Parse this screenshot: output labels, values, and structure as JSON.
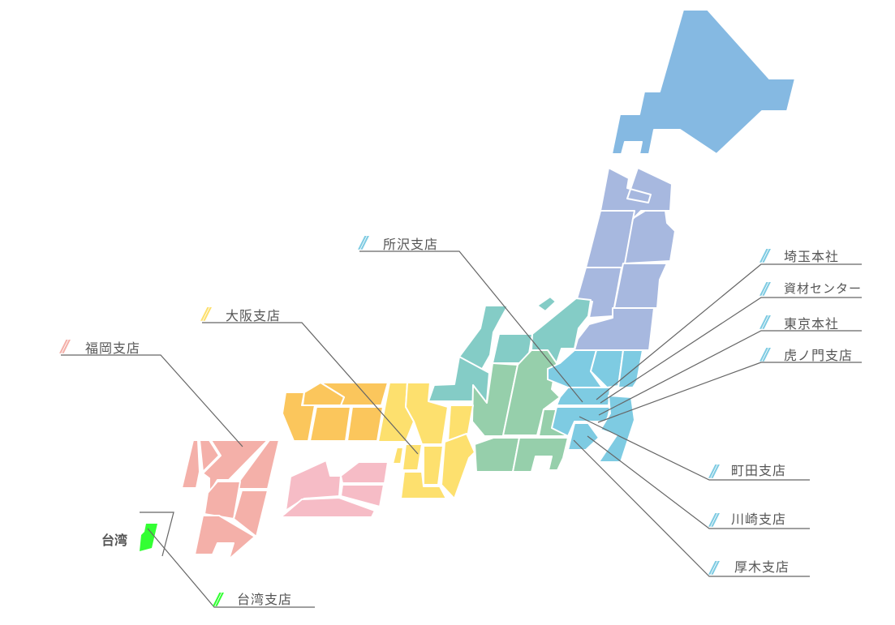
{
  "colors": {
    "hokkaido": "#85b9e2",
    "tohoku": "#a7b8df",
    "hokuriku": "#84ccc6",
    "chubu": "#96cfab",
    "kanto": "#7ecbe2",
    "kinki": "#fde06e",
    "chugoku": "#fbc65c",
    "shikoku": "#f6bcc6",
    "kyushu": "#f4b0a9",
    "taiwan": "#33ff33",
    "leader": "#666666",
    "text": "#555555"
  },
  "map": {
    "taiwan_label": "台湾"
  },
  "offices": [
    {
      "id": "tokorozawa",
      "label": "所沢支店",
      "slash_color": "#7ecbe2"
    },
    {
      "id": "osaka",
      "label": "大阪支店",
      "slash_color": "#fde06e"
    },
    {
      "id": "fukuoka",
      "label": "福岡支店",
      "slash_color": "#f4b0a9"
    },
    {
      "id": "saitama-hq",
      "label": "埼玉本社",
      "slash_color": "#7ecbe2"
    },
    {
      "id": "materials-center",
      "label": "資材センター",
      "slash_color": "#7ecbe2"
    },
    {
      "id": "tokyo-hq",
      "label": "東京本社",
      "slash_color": "#7ecbe2"
    },
    {
      "id": "toranomon",
      "label": "虎ノ門支店",
      "slash_color": "#7ecbe2"
    },
    {
      "id": "machida",
      "label": "町田支店",
      "slash_color": "#7ecbe2"
    },
    {
      "id": "kawasaki",
      "label": "川崎支店",
      "slash_color": "#7ecbe2"
    },
    {
      "id": "atsugi",
      "label": "厚木支店",
      "slash_color": "#7ecbe2"
    },
    {
      "id": "taiwan",
      "label": "台湾支店",
      "slash_color": "#33ff33"
    }
  ],
  "slash_glyph": "//"
}
